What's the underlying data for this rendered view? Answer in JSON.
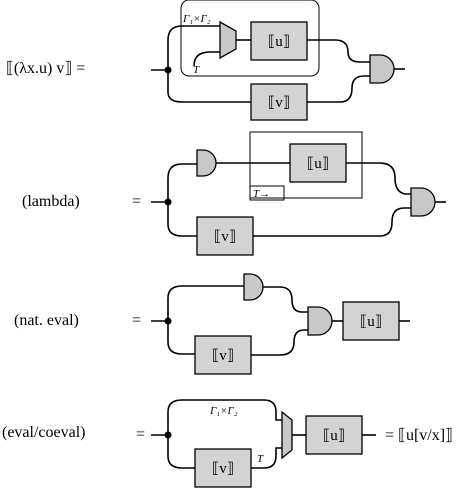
{
  "rows": [
    {
      "label": "⟦(λx.u) v⟧ =",
      "equals": ""
    },
    {
      "label": "(lambda)",
      "equals": "="
    },
    {
      "label": "(nat. eval)",
      "equals": "="
    },
    {
      "label": "(eval/coeval)",
      "equals": "="
    }
  ],
  "boxes": {
    "u": "⟦u⟧",
    "v": "⟦v⟧"
  },
  "tags": {
    "gamma": "Γ₁×Γ₂",
    "t": "T",
    "t_arrow": "T→"
  },
  "result": "= ⟦u[v/x]⟧"
}
